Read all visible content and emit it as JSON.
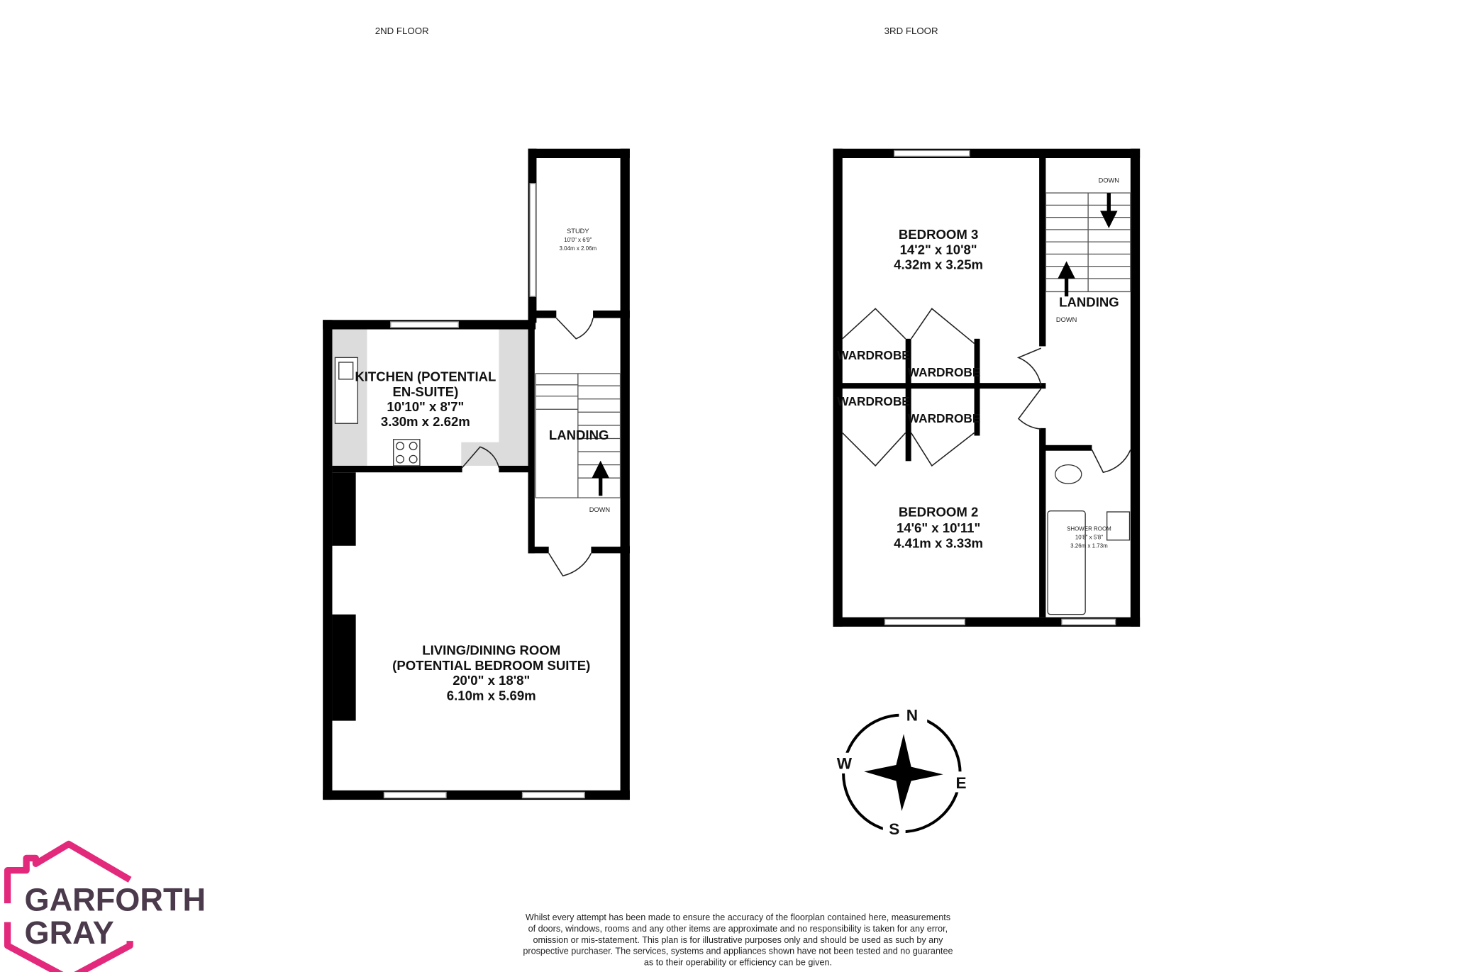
{
  "floors": [
    {
      "title": "2ND FLOOR"
    },
    {
      "title": "3RD FLOOR"
    }
  ],
  "rooms": {
    "study": {
      "name": "STUDY",
      "imperial": "10'0\"  x 6'9\"",
      "metric": "3.04m  x 2.06m"
    },
    "kitchen": {
      "name1": "KITCHEN (POTENTIAL",
      "name2": "EN-SUITE)",
      "imperial": "10'10\"  x 8'7\"",
      "metric": "3.30m  x 2.62m"
    },
    "landing2": {
      "name": "LANDING",
      "stairs": "DOWN"
    },
    "living": {
      "name1": "LIVING/DINING ROOM",
      "name2": "(POTENTIAL BEDROOM SUITE)",
      "imperial": "20'0\"  x 18'8\"",
      "metric": "6.10m  x 5.69m"
    },
    "bedroom3": {
      "name": "BEDROOM 3",
      "imperial": "14'2\"  x 10'8\"",
      "metric": "4.32m  x 3.25m"
    },
    "bedroom2": {
      "name": "BEDROOM 2",
      "imperial": "14'6\"  x 10'11\"",
      "metric": "4.41m  x 3.33m"
    },
    "landing3": {
      "name": "LANDING",
      "stairs_top": "DOWN",
      "stairs_bottom": "DOWN"
    },
    "wardrobes": [
      "WARDROBE",
      "WARDROBE",
      "WARDROBE",
      "WARDROBE"
    ],
    "shower": {
      "name": "SHOWER ROOM",
      "imperial": "10'8\"  x 5'8\"",
      "metric": "3.26m  x 1.73m"
    }
  },
  "compass": {
    "n": "N",
    "e": "E",
    "s": "S",
    "w": "W"
  },
  "logo": {
    "line1": "GARFORTH",
    "line2": "GRAY",
    "color": "#e3297c",
    "text_color": "#4b3a4b"
  },
  "disclaimer": [
    "Whilst every attempt has been made to ensure the accuracy of the floorplan contained here, measurements",
    "of doors, windows, rooms and any other items are approximate and no responsibility is taken for any error,",
    "omission or mis-statement. This plan is for illustrative purposes only and should be used as such by any",
    "prospective purchaser. The services, systems and appliances shown have not been tested and no guarantee",
    "as to their operability or efficiency can be given."
  ]
}
